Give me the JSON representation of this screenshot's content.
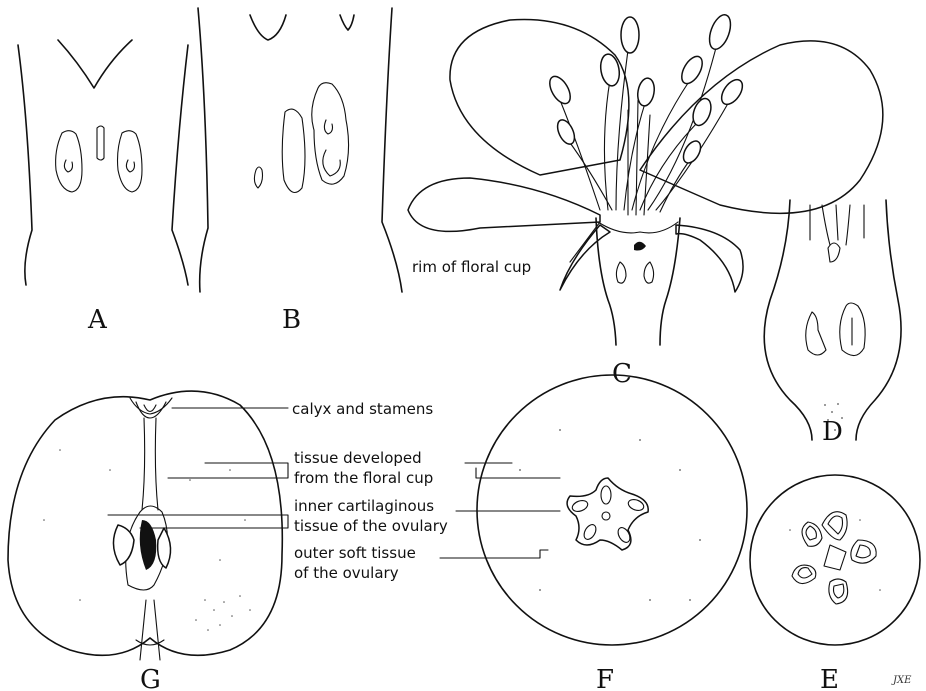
{
  "panels": {
    "a": "A",
    "b": "B",
    "c": "C",
    "d": "D",
    "e": "E",
    "f": "F",
    "g": "G"
  },
  "labels": {
    "rim": "rim of floral cup",
    "calyx": "calyx and stamens",
    "tissue_line1": "tissue  developed",
    "tissue_line2": "from the floral cup",
    "inner_line1": "inner cartilaginous",
    "inner_line2": "tissue of the ovulary",
    "outer_line1": "outer soft tissue",
    "outer_line2": "of the ovulary"
  },
  "signature": "JXE"
}
